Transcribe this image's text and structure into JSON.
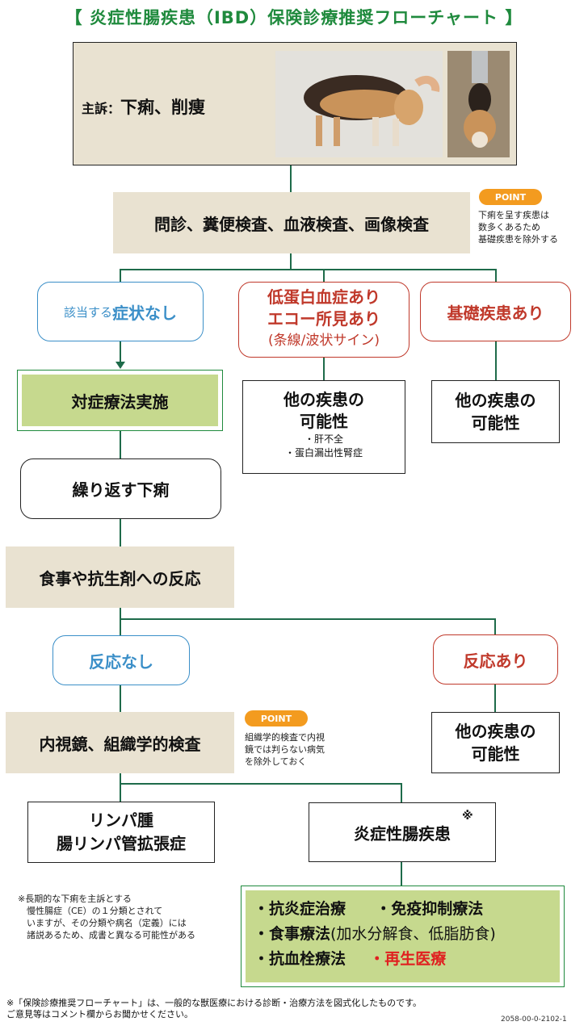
{
  "title": "【 炎症性腸疾患（IBD）保険診療推奨フローチャート 】",
  "complaint": {
    "label": "主訴：",
    "value": "下痢、削痩"
  },
  "step_exam": "問診、糞便検査、血液検査、画像検査",
  "point1": {
    "badge": "POINT",
    "lines": [
      "下痢を呈す疾患は",
      "数多くあるため",
      "基礎疾患を除外する"
    ]
  },
  "branch_none": {
    "prefix": "該当する",
    "main": "症状なし"
  },
  "branch_protein": {
    "line1": "低蛋白血症あり",
    "line2": "エコー所見あり",
    "line3": "(条線/波状サイン)"
  },
  "branch_base": "基礎疾患あり",
  "symptomatic": "対症療法実施",
  "other_disease1": {
    "line1": "他の疾患の",
    "line2": "可能性",
    "items": [
      "・肝不全",
      "・蛋白漏出性腎症"
    ]
  },
  "other_disease2": {
    "line1": "他の疾患の",
    "line2": "可能性"
  },
  "repeat_diarrhea": "繰り返す下痢",
  "response_check": "食事や抗生剤への反応",
  "no_response": "反応なし",
  "response": "反応あり",
  "endoscopy": "内視鏡、組織学的検査",
  "point2": {
    "badge": "POINT",
    "lines": [
      "組織学的検査で内視",
      "鏡では判らない病気",
      "を除外しておく"
    ]
  },
  "other_disease3": {
    "line1": "他の疾患の",
    "line2": "可能性"
  },
  "lymphoma": {
    "line1": "リンパ腫",
    "line2": "腸リンパ管拡張症"
  },
  "ibd": {
    "label": "炎症性腸疾患",
    "mark": "※"
  },
  "treatment": {
    "row1a": "・抗炎症治療",
    "row1b": "・免疫抑制療法",
    "row2a": "・食事療法",
    "row2b": "(加水分解食、低脂肪食)",
    "row3a": "・抗血栓療法",
    "row3b": "・再生医療"
  },
  "footnote_left": [
    "※長期的な下痢を主訴とする",
    "　慢性腸症（CE）の１分類とされて",
    "　いますが、その分類や病名（定義）には",
    "　諸説あるため、成書と異なる可能性がある"
  ],
  "footer": [
    "※「保険診療推奨フローチャート」は、一般的な獣医療における診断・治療方法を図式化したものです。",
    "ご意見等はコメント欄からお聞かせください。"
  ],
  "code": "2058-00-0-2102-1",
  "colors": {
    "title_green": "#1f8a3d",
    "line": "#1e6b4a",
    "blue": "#3b8fc8",
    "red": "#c0392b",
    "point": "#f39b1f",
    "beige": "#e9e2d1",
    "green_fill": "#c6d98e"
  }
}
